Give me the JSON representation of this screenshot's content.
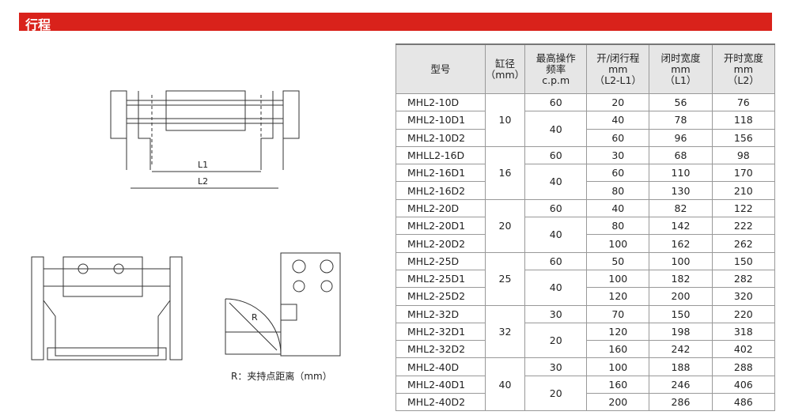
{
  "section_title": "行程",
  "headers": [
    "型号",
    "缸径\n（mm）",
    "最高操作\n频率\nc.p.m",
    "开/闭行程\nmm\n（L2-L1）",
    "闭时宽度\nmm\n（L1）",
    "开时宽度\nmm\n（L2）"
  ],
  "groups": [
    {
      "bore": "10",
      "rows": [
        [
          "MHL2-10D",
          "60",
          "20",
          "56",
          "76"
        ],
        [
          "MHL2-10D1",
          "40",
          "40",
          "78",
          "118"
        ],
        [
          "MHL2-10D2",
          "",
          "60",
          "96",
          "156"
        ]
      ]
    },
    {
      "bore": "16",
      "rows": [
        [
          "MHLL2-16D",
          "60",
          "30",
          "68",
          "98"
        ],
        [
          "MHL2-16D1",
          "40",
          "60",
          "110",
          "170"
        ],
        [
          "MHL2-16D2",
          "",
          "80",
          "130",
          "210"
        ]
      ]
    },
    {
      "bore": "20",
      "rows": [
        [
          "MHL2-20D",
          "60",
          "40",
          "82",
          "122"
        ],
        [
          "MHL2-20D1",
          "40",
          "80",
          "142",
          "222"
        ],
        [
          "MHL2-20D2",
          "",
          "100",
          "162",
          "262"
        ]
      ]
    },
    {
      "bore": "25",
      "rows": [
        [
          "MHL2-25D",
          "60",
          "50",
          "100",
          "150"
        ],
        [
          "MHL2-25D1",
          "40",
          "100",
          "182",
          "282"
        ],
        [
          "MHL2-25D2",
          "",
          "120",
          "200",
          "320"
        ]
      ]
    },
    {
      "bore": "32",
      "rows": [
        [
          "MHL2-32D",
          "30",
          "70",
          "150",
          "220"
        ],
        [
          "MHL2-32D1",
          "20",
          "120",
          "198",
          "318"
        ],
        [
          "MHL2-32D2",
          "",
          "160",
          "242",
          "402"
        ]
      ]
    },
    {
      "bore": "40",
      "rows": [
        [
          "MHL2-40D",
          "30",
          "100",
          "188",
          "288"
        ],
        [
          "MHL2-40D1",
          "20",
          "160",
          "246",
          "406"
        ],
        [
          "MHL2-40D2",
          "",
          "200",
          "286",
          "486"
        ]
      ]
    }
  ],
  "diagram": {
    "l1": "L1",
    "l2": "L2",
    "r": "R",
    "caption": "R：夹持点距离（mm）"
  },
  "colors": {
    "accent": "#d9221b"
  }
}
